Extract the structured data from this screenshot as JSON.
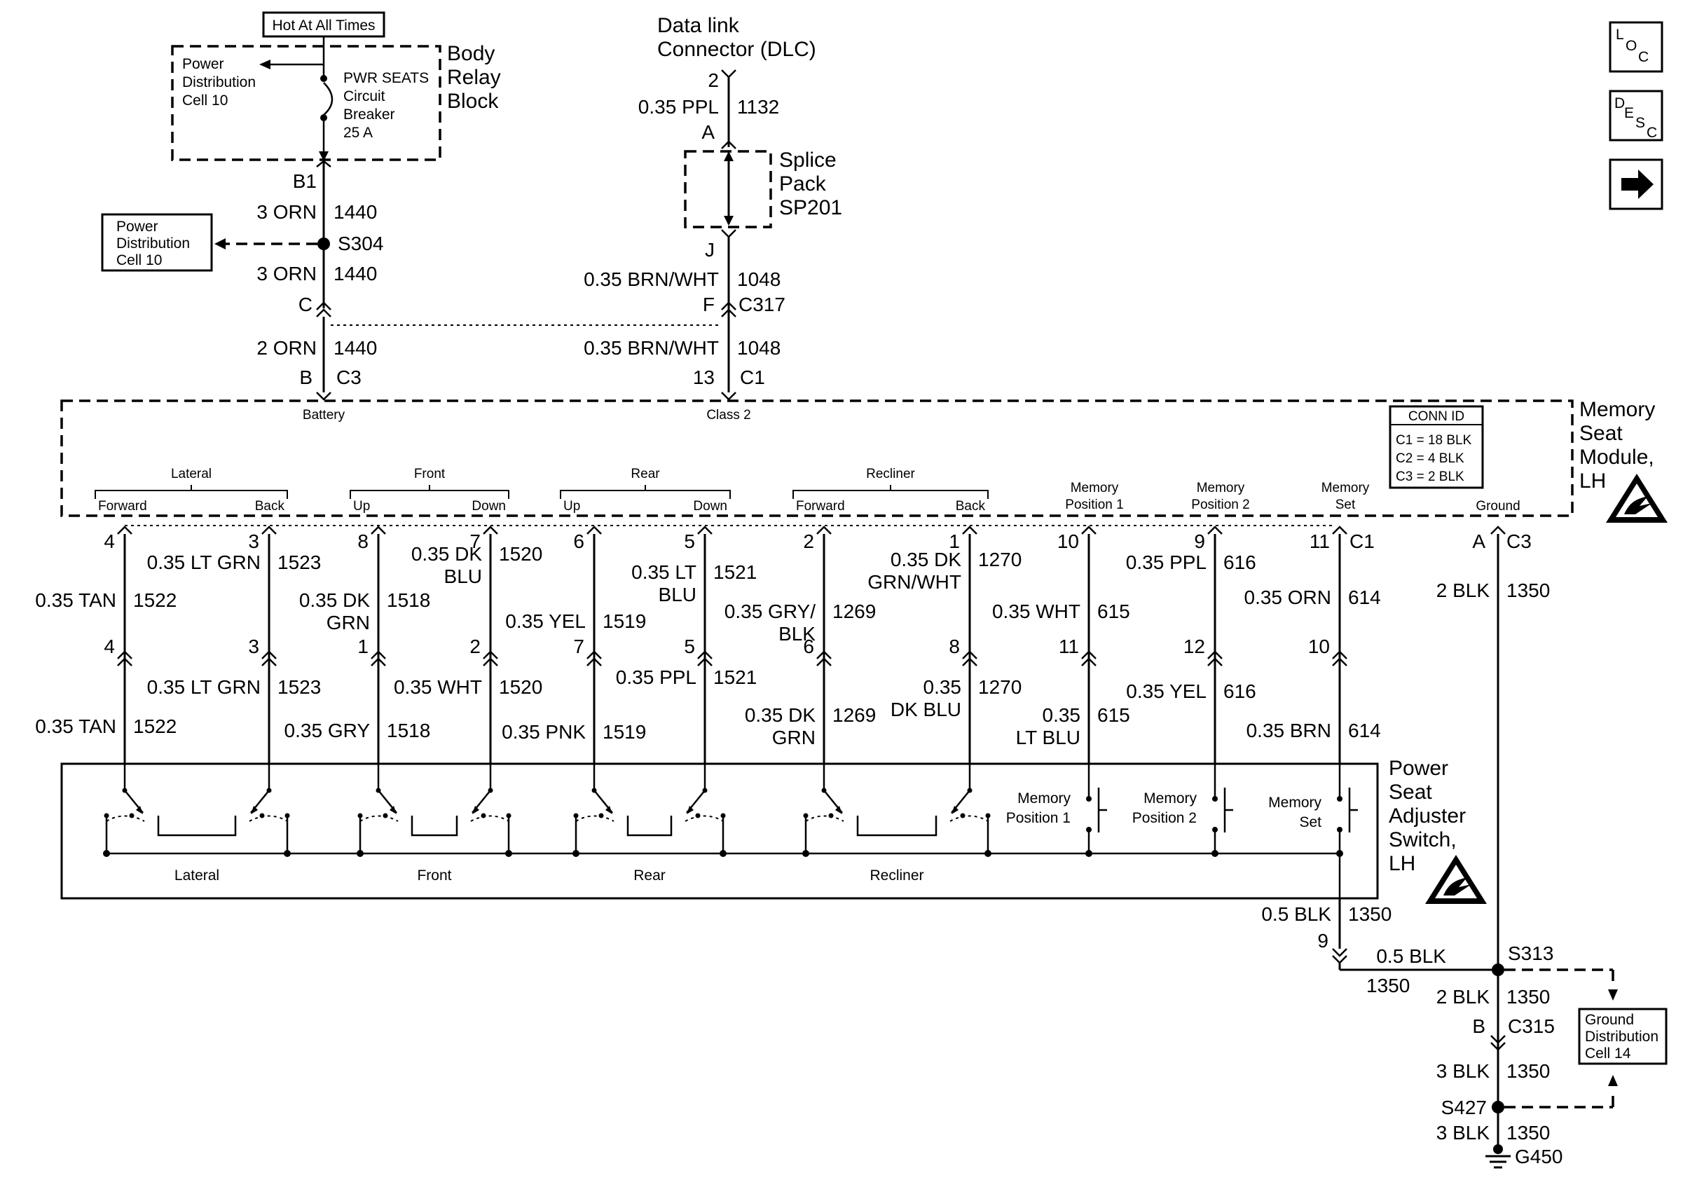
{
  "top": {
    "hot_label": "Hot At All Times",
    "body_relay_block": "Body\nRelay\nBlock",
    "power_dist_inner": "Power\nDistribution\nCell 10",
    "breaker": "PWR SEATS\nCircuit\nBreaker\n25 A",
    "power_dist_side": "Power\nDistribution\nCell 10",
    "dlc_title": "Data link\nConnector (DLC)",
    "splice_pack": "Splice\nPack\nSP201"
  },
  "battery_circuit": {
    "b1": "B1",
    "w1_color": "3 ORN",
    "w1_num": "1440",
    "s304": "S304",
    "w2_color": "3 ORN",
    "w2_num": "1440",
    "pin_c": "C",
    "w3_color": "2 ORN",
    "w3_num": "1440",
    "pin_b": "B",
    "conn_c3": "C3"
  },
  "class2_circuit": {
    "pin_2": "2",
    "w1_color": "0.35 PPL",
    "w1_num": "1132",
    "pin_a": "A",
    "pin_j": "J",
    "w2_color": "0.35 BRN/WHT",
    "w2_num": "1048",
    "pin_f": "F",
    "conn_c317": "C317",
    "w3_color": "0.35 BRN/WHT",
    "w3_num": "1048",
    "pin_13": "13",
    "conn_c1": "C1"
  },
  "module": {
    "title": "Memory\nSeat\nModule,\nLH",
    "battery": "Battery",
    "class2": "Class 2",
    "conn_id": {
      "title": "CONN ID",
      "rows": [
        "C1 = 18 BLK",
        "C2 = 4 BLK",
        "C3 = 2 BLK"
      ]
    },
    "groups": [
      {
        "name": "Lateral",
        "a": "Forward",
        "b": "Back"
      },
      {
        "name": "Front",
        "a": "Up",
        "b": "Down"
      },
      {
        "name": "Rear",
        "a": "Up",
        "b": "Down"
      },
      {
        "name": "Recliner",
        "a": "Forward",
        "b": "Back"
      }
    ],
    "mem_labels": [
      "Memory\nPosition 1",
      "Memory\nPosition 2",
      "Memory\nSet",
      "Ground"
    ],
    "c1": "C1",
    "c3": "C3"
  },
  "wires": [
    {
      "mod_pin": "4",
      "upper_color": "0.35 TAN",
      "upper_num": "1522",
      "sw_pin": "4",
      "lower_color": "0.35 TAN",
      "lower_num": "1522"
    },
    {
      "mod_pin": "3",
      "upper_color": "0.35 LT GRN",
      "upper_num": "1523",
      "sw_pin": "3",
      "lower_color": "0.35 LT GRN",
      "lower_num": "1523"
    },
    {
      "mod_pin": "8",
      "upper_color": "0.35 DK\nGRN",
      "upper_num": "1518",
      "sw_pin": "1",
      "lower_color": "0.35 GRY",
      "lower_num": "1518"
    },
    {
      "mod_pin": "7",
      "upper_color": "0.35 DK\nBLU",
      "upper_num": "1520",
      "sw_pin": "2",
      "lower_color": "0.35 WHT",
      "lower_num": "1520"
    },
    {
      "mod_pin": "6",
      "upper_color": "0.35 YEL",
      "upper_num": "1519",
      "sw_pin": "7",
      "lower_color": "0.35 PNK",
      "lower_num": "1519"
    },
    {
      "mod_pin": "5",
      "upper_color": "0.35 LT\nBLU",
      "upper_num": "1521",
      "sw_pin": "5",
      "lower_color": "0.35 PPL",
      "lower_num": "1521"
    },
    {
      "mod_pin": "2",
      "upper_color": "0.35 GRY/\nBLK",
      "upper_num": "1269",
      "sw_pin": "6",
      "lower_color": "0.35 DK\nGRN",
      "lower_num": "1269"
    },
    {
      "mod_pin": "1",
      "upper_color": "0.35 DK\nGRN/WHT",
      "upper_num": "1270",
      "sw_pin": "8",
      "lower_color": "0.35\nDK BLU",
      "lower_num": "1270"
    },
    {
      "mod_pin": "10",
      "upper_color": "0.35 WHT",
      "upper_num": "615",
      "sw_pin": "11",
      "lower_color": "0.35\nLT BLU",
      "lower_num": "615"
    },
    {
      "mod_pin": "9",
      "upper_color": "0.35 PPL",
      "upper_num": "616",
      "sw_pin": "12",
      "lower_color": "0.35 YEL",
      "lower_num": "616"
    },
    {
      "mod_pin": "11",
      "upper_color": "0.35 ORN",
      "upper_num": "614",
      "sw_pin": "10",
      "lower_color": "0.35 BRN",
      "lower_num": "614"
    }
  ],
  "ground_circuit": {
    "pin_a": "A",
    "w1_color": "2 BLK",
    "w1_num": "1350",
    "sw_wire_color": "0.5 BLK",
    "sw_wire_num": "1350",
    "sw_pin": "9",
    "join_color": "0.5 BLK",
    "join_num": "1350",
    "s313": "S313",
    "w2_color": "2 BLK",
    "w2_num": "1350",
    "pin_b": "B",
    "c315": "C315",
    "w3_color": "3 BLK",
    "w3_num": "1350",
    "s427": "S427",
    "w4_color": "3 BLK",
    "w4_num": "1350",
    "g450": "G450",
    "ground_dist": "Ground\nDistribution\nCell 14"
  },
  "switch": {
    "title": "Power\nSeat\nAdjuster\nSwitch,\nLH",
    "labels": [
      "Lateral",
      "Front",
      "Rear",
      "Recliner"
    ],
    "mem": [
      "Memory\nPosition 1",
      "Memory\nPosition 2",
      "Memory\nSet"
    ]
  },
  "nav": {
    "loc": [
      "L",
      "O",
      "C"
    ],
    "desc": [
      "D",
      "E",
      "S",
      "C"
    ],
    "arrow": "right-arrow-icon"
  }
}
